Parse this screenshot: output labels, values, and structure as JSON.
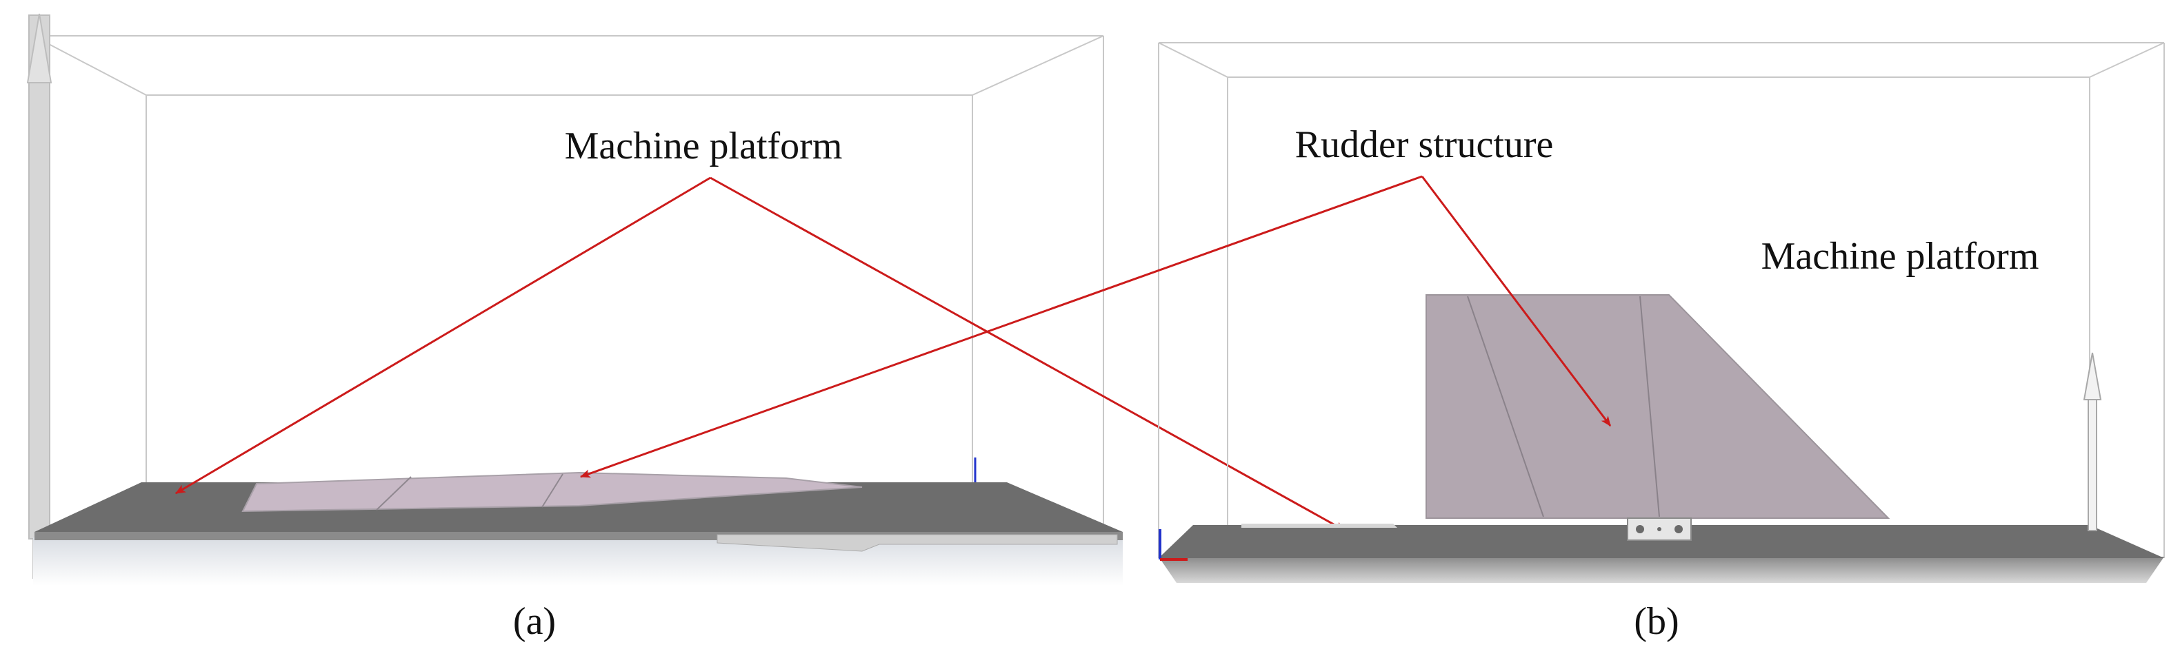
{
  "panels": [
    {
      "caption": "(a)",
      "labels": [
        "Machine platform"
      ]
    },
    {
      "caption": "(b)",
      "labels": [
        "Rudder structure",
        "Machine platform"
      ]
    }
  ],
  "colors": {
    "arrow": "#cc1b1b",
    "platform": "#6d6d6d",
    "rudder": "#b2a7b0",
    "box_edge": "#c4c4c4"
  }
}
